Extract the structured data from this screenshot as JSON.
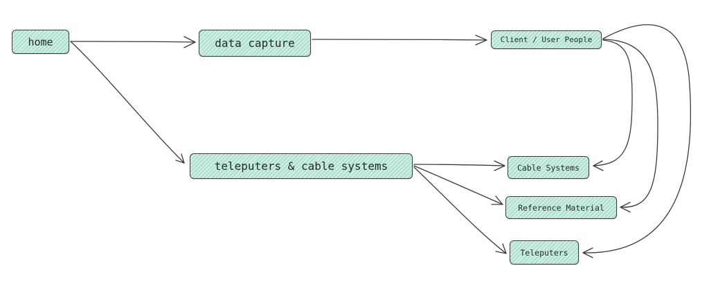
{
  "nodes": {
    "home": "home",
    "data_capture": "data capture",
    "client_user_people": "Client / User People",
    "teleputers_cable_systems": "teleputers & cable systems",
    "cable_systems": "Cable Systems",
    "reference_material": "Reference Material",
    "teleputers": "Teleputers"
  },
  "edges": [
    {
      "from": "home",
      "to": "data capture"
    },
    {
      "from": "home",
      "to": "teleputers & cable systems"
    },
    {
      "from": "data capture",
      "to": "Client / User People"
    },
    {
      "from": "teleputers & cable systems",
      "to": "Cable Systems"
    },
    {
      "from": "teleputers & cable systems",
      "to": "Reference Material"
    },
    {
      "from": "teleputers & cable systems",
      "to": "Teleputers"
    },
    {
      "from": "Client / User People",
      "to": "Cable Systems"
    },
    {
      "from": "Client / User People",
      "to": "Reference Material"
    },
    {
      "from": "Client / User People",
      "to": "Teleputers"
    }
  ],
  "colors": {
    "node_fill": "#cdeee2",
    "node_hatch": "#6ebea0",
    "stroke": "#3a3a3a"
  }
}
